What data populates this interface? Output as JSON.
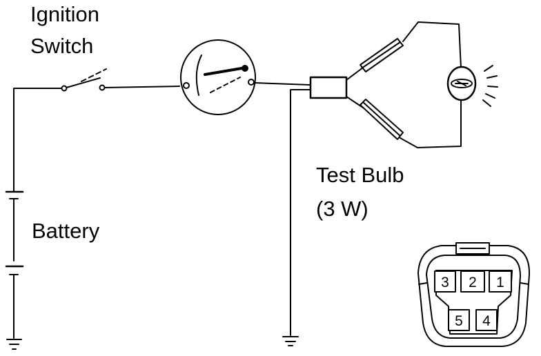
{
  "labels": {
    "ignition_line1": "Ignition",
    "ignition_line2": "Switch",
    "battery": "Battery",
    "test_bulb_line1": "Test Bulb",
    "test_bulb_line2": "(3 W)"
  },
  "connector_pins": {
    "p3": "3",
    "p2": "2",
    "p1": "1",
    "p5": "5",
    "p4": "4"
  },
  "colors": {
    "ink": "#000000",
    "background": "#ffffff"
  }
}
